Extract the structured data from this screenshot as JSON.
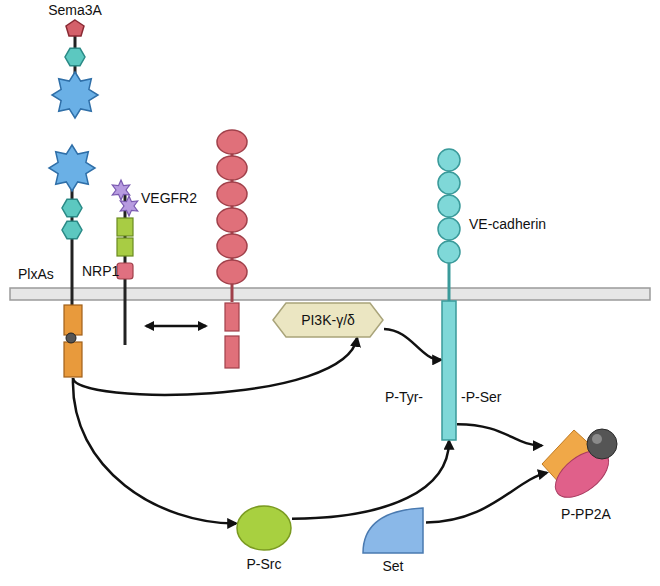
{
  "diagram": {
    "nodes": [
      {
        "text": [
          "PlxAs"
        ]
      },
      {
        "text": [
          "PI3K-γ/δ"
        ]
      },
      {
        "text": [
          "VE-cadherin",
          "P-Tyr-",
          "-P-Ser"
        ]
      },
      {
        "text": [
          "P-PP2A"
        ]
      },
      {
        "text": [
          "P-Src"
        ]
      },
      {
        "text": [
          "Set"
        ]
      }
    ],
    "edges": [
      {
        "from": 0,
        "to": 1,
        "arrow": "to"
      },
      {
        "from": 0,
        "to": 4,
        "arrow": "to"
      },
      {
        "from": 1,
        "to": 2,
        "arrow": "to"
      },
      {
        "from": 4,
        "to": 2,
        "arrow": "to"
      },
      {
        "from": 2,
        "to": 3,
        "arrow": "to"
      },
      {
        "from": 5,
        "to": 3,
        "arrow": "to"
      }
    ],
    "labels": [
      "Sema3A",
      "VEGFR2",
      "NRP1"
    ]
  }
}
